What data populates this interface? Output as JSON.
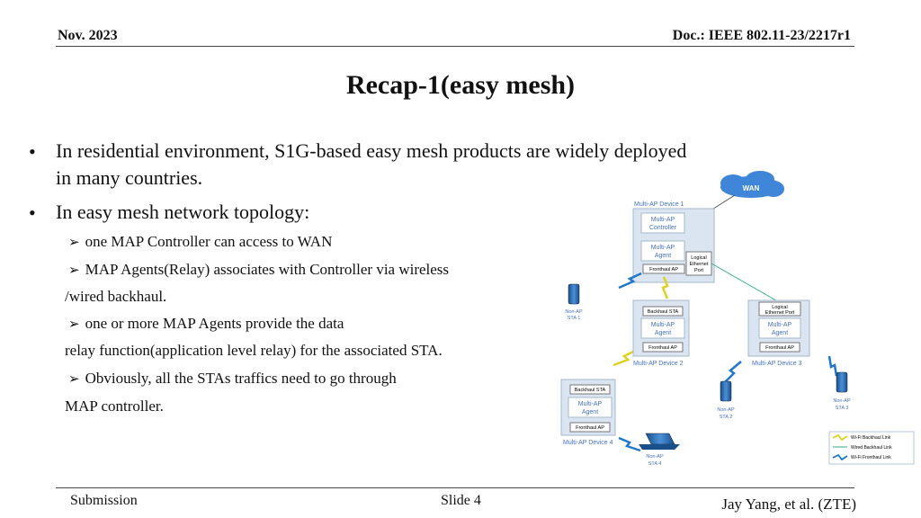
{
  "header": {
    "date": "Nov. 2023",
    "doc": "Doc.: IEEE 802.11-23/2217r1"
  },
  "title": "Recap-1(easy mesh)",
  "bullets": [
    {
      "line1": "In residential environment, S1G-based easy mesh products are widely deployed",
      "line2": "in many countries."
    },
    {
      "line1": "In easy mesh network topology:"
    }
  ],
  "subitems": [
    {
      "line1": "one MAP Controller can access to WAN"
    },
    {
      "line1": "MAP Agents(Relay) associates with Controller via wireless",
      "line2": "/wired backhaul."
    },
    {
      "line1": "one or more MAP Agents provide the data",
      "line2": "relay function(application level relay) for the associated STA."
    },
    {
      "line1": "Obviously, all the STAs traffics need to go through",
      "line2": "MAP controller."
    }
  ],
  "diagram": {
    "wan": "WAN",
    "device1": {
      "label": "Multi-AP Device 1",
      "controller": [
        "Multi-AP",
        "Controller"
      ],
      "agent": [
        "Multi-AP",
        "Agent"
      ],
      "fronthaul": "Fronthaul AP",
      "eth": [
        "Logical",
        "Ethernet",
        "Port"
      ]
    },
    "device2": {
      "label": "Multi-AP Device 2",
      "backhaul": "Backhaul STA",
      "agent": [
        "Multi-AP",
        "Agent"
      ],
      "fronthaul": "Fronthaul AP"
    },
    "device3": {
      "label": "Multi-AP Device 3",
      "eth": [
        "Logical",
        "Ethernet Port"
      ],
      "agent": [
        "Multi-AP",
        "Agent"
      ],
      "fronthaul": "Fronthaul AP"
    },
    "device4": {
      "label": "Multi-AP Device 4",
      "backhaul": "Backhaul STA",
      "agent": [
        "Multi-AP",
        "Agent"
      ],
      "fronthaul": "Fronthaul AP"
    },
    "sta1": [
      "Non-AP",
      "STA 1"
    ],
    "sta2": [
      "Non-AP",
      "STA 2"
    ],
    "sta3": [
      "Non-AP",
      "STA 3"
    ],
    "sta4": [
      "Non-AP",
      "STA 4"
    ],
    "legend": [
      "Wi-Fi Backhaul Link",
      "Wired Backhaul Link",
      "Wi-Fi Fronthaul Link"
    ],
    "colors": {
      "box_fill": "#dbe5f1",
      "box_stroke": "#a6b8cc",
      "label": "#4472c4",
      "wired": "#2eaa8a",
      "wifi_backhaul": "#e0d020",
      "wifi_fronthaul": "#1f78c8"
    }
  },
  "footer": {
    "left": "Submission",
    "center": "Slide 4",
    "right": "Jay Yang, et al. (ZTE)"
  }
}
